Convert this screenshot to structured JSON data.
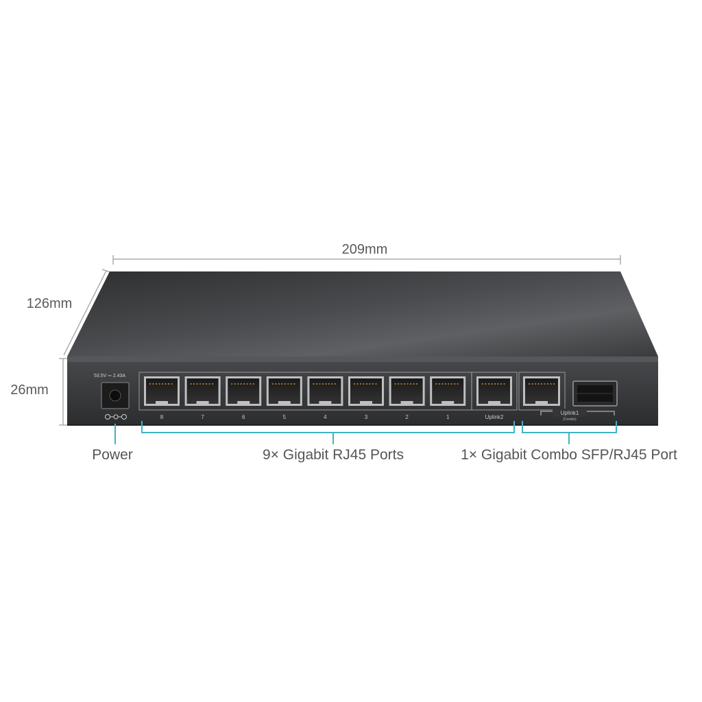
{
  "dimensions": {
    "width": "209mm",
    "depth": "126mm",
    "height": "26mm"
  },
  "power_rating": "53.5V ⎓ 2.43A",
  "ports": {
    "numbered": [
      "8",
      "7",
      "6",
      "5",
      "4",
      "3",
      "2",
      "1"
    ],
    "uplink2": "Uplink2",
    "uplink1": "Uplink1",
    "uplink1_sub": "(Combo)"
  },
  "callouts": {
    "power": "Power",
    "rj45": "9× Gigabit RJ45 Ports",
    "combo": "1× Gigabit Combo SFP/RJ45 Port"
  },
  "colors": {
    "accent": "#3fb3c4",
    "chassis": "#3a3b3d",
    "dimension_line": "#9a9a9a"
  },
  "icons": [
    "polarity-icon",
    "rj45-port-icon",
    "sfp-port-icon"
  ]
}
